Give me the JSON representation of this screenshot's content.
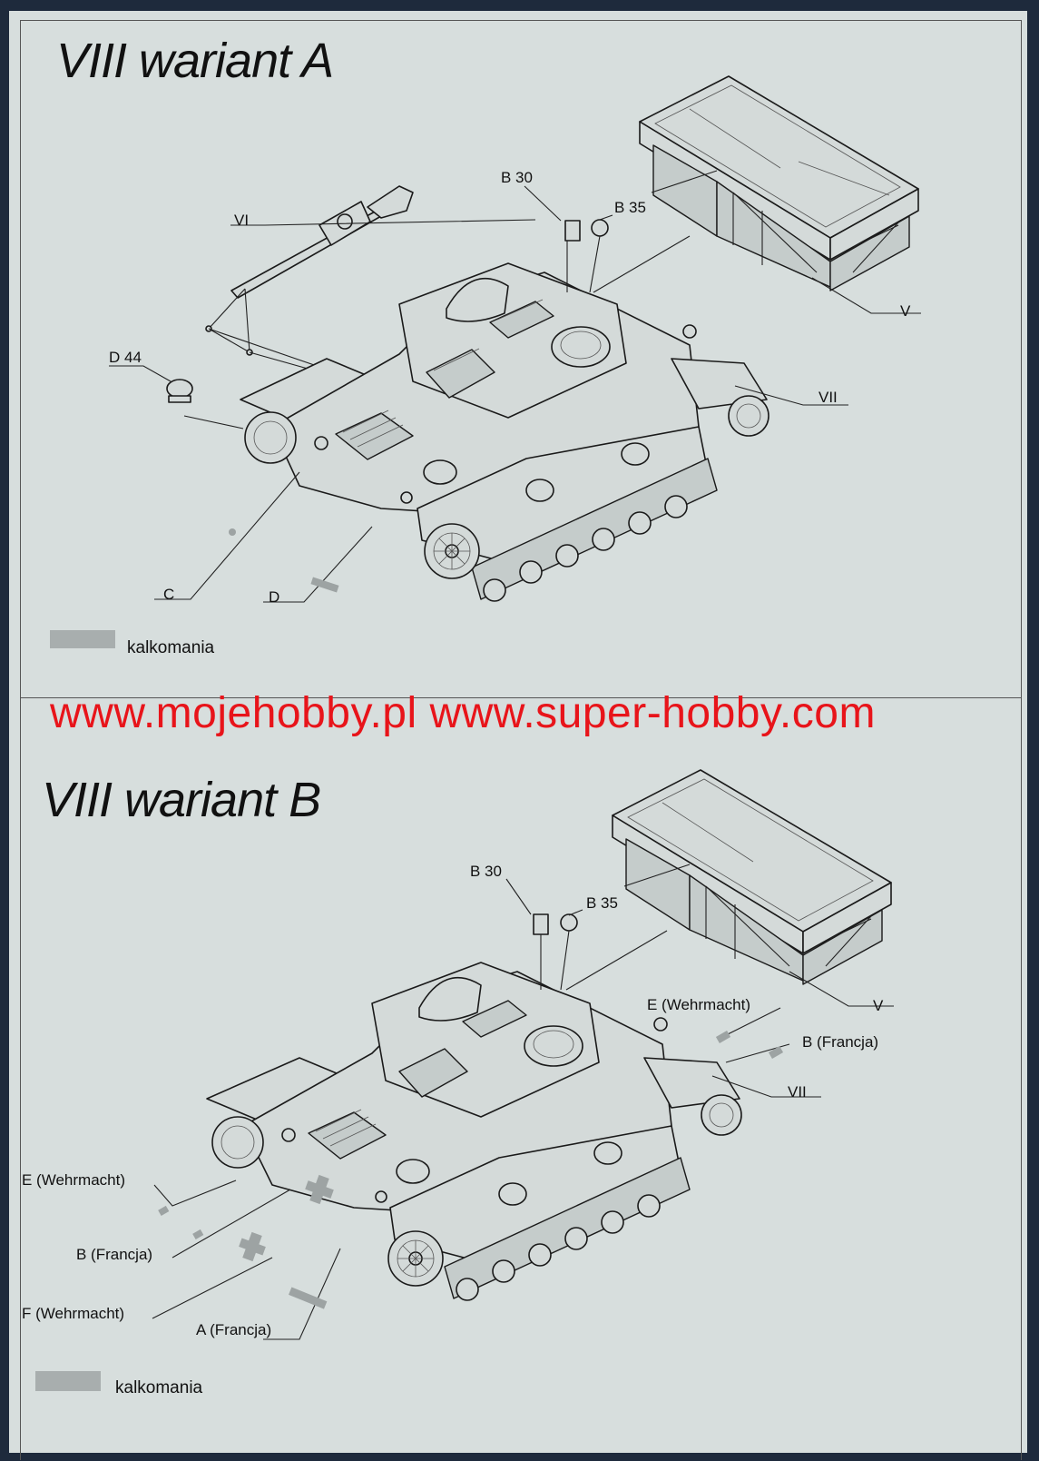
{
  "section_a": {
    "title": "VIII wariant A",
    "callouts": {
      "b30": "B 30",
      "b35": "B 35",
      "vi": "VI",
      "d44": "D 44",
      "v": "V",
      "vii": "VII",
      "c": "C",
      "d": "D"
    },
    "legend": "kalkomania"
  },
  "watermark": "www.mojehobby.pl www.super-hobby.com",
  "section_b": {
    "title": "VIII wariant B",
    "callouts": {
      "b30": "B 30",
      "b35": "B 35",
      "v": "V",
      "e_right": "E (Wehrmacht)",
      "b_right": "B (Francja)",
      "vii": "VII",
      "e_left": "E (Wehrmacht)",
      "b_left": "B (Francja)",
      "f_left": "F (Wehrmacht)",
      "a_left": "A (Francja)"
    },
    "legend": "kalkomania"
  },
  "colors": {
    "paper": "#d7dedd",
    "watermark": "#e8141a",
    "decal_swatch": "#a8aeae"
  }
}
